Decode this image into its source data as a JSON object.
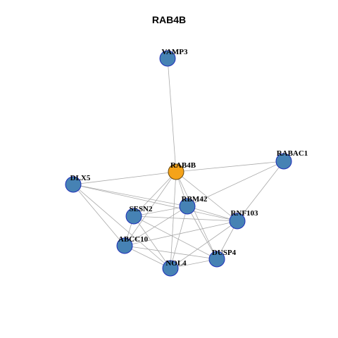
{
  "title": "RAB4B",
  "colors": {
    "center_fill": "#f5a31a",
    "center_stroke": "#6b4a10",
    "node_fill": "#4682b4",
    "node_stroke": "#1f2fb8",
    "edge": "#aaaaaa"
  },
  "nodes": [
    {
      "id": "VAMP3",
      "label": "VAMP3",
      "center": false
    },
    {
      "id": "RAB4B",
      "label": "RAB4B",
      "center": true
    },
    {
      "id": "RABAC1",
      "label": "RABAC1",
      "center": false
    },
    {
      "id": "DLX5",
      "label": "DLX5",
      "center": false
    },
    {
      "id": "RBM42",
      "label": "RBM42",
      "center": false
    },
    {
      "id": "SESN2",
      "label": "SESN2",
      "center": false
    },
    {
      "id": "RNF103",
      "label": "RNF103",
      "center": false
    },
    {
      "id": "ABCC10",
      "label": "ABCC10",
      "center": false
    },
    {
      "id": "DUSP4",
      "label": "DUSP4",
      "center": false
    },
    {
      "id": "NOL4",
      "label": "NOL4",
      "center": false
    }
  ],
  "edges": [
    [
      "RAB4B",
      "VAMP3"
    ],
    [
      "RAB4B",
      "RABAC1"
    ],
    [
      "RAB4B",
      "DLX5"
    ],
    [
      "RAB4B",
      "RBM42"
    ],
    [
      "RAB4B",
      "SESN2"
    ],
    [
      "RAB4B",
      "RNF103"
    ],
    [
      "RAB4B",
      "ABCC10"
    ],
    [
      "RAB4B",
      "DUSP4"
    ],
    [
      "RAB4B",
      "NOL4"
    ],
    [
      "RABAC1",
      "RBM42"
    ],
    [
      "RABAC1",
      "RNF103"
    ],
    [
      "DLX5",
      "RBM42"
    ],
    [
      "DLX5",
      "RNF103"
    ],
    [
      "DLX5",
      "ABCC10"
    ],
    [
      "DLX5",
      "NOL4"
    ],
    [
      "RBM42",
      "SESN2"
    ],
    [
      "RBM42",
      "RNF103"
    ],
    [
      "RBM42",
      "ABCC10"
    ],
    [
      "RBM42",
      "DUSP4"
    ],
    [
      "RBM42",
      "NOL4"
    ],
    [
      "SESN2",
      "RNF103"
    ],
    [
      "SESN2",
      "ABCC10"
    ],
    [
      "SESN2",
      "DUSP4"
    ],
    [
      "SESN2",
      "NOL4"
    ],
    [
      "RNF103",
      "ABCC10"
    ],
    [
      "RNF103",
      "DUSP4"
    ],
    [
      "RNF103",
      "NOL4"
    ],
    [
      "ABCC10",
      "DUSP4"
    ],
    [
      "ABCC10",
      "NOL4"
    ],
    [
      "DUSP4",
      "NOL4"
    ]
  ]
}
